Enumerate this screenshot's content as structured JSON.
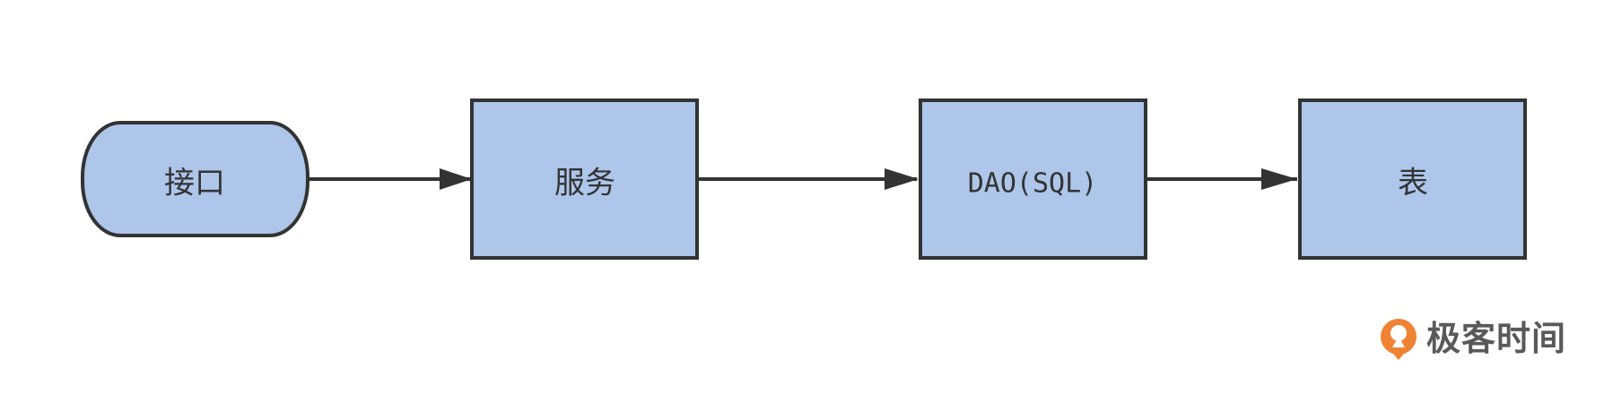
{
  "diagram": {
    "nodes": [
      {
        "id": "interface",
        "label": "接口",
        "shape": "terminator"
      },
      {
        "id": "service",
        "label": "服务",
        "shape": "rect"
      },
      {
        "id": "dao",
        "label": "DAO(SQL)",
        "shape": "rect"
      },
      {
        "id": "table",
        "label": "表",
        "shape": "rect"
      }
    ],
    "edges": [
      {
        "from": "interface",
        "to": "service"
      },
      {
        "from": "service",
        "to": "dao"
      },
      {
        "from": "dao",
        "to": "table"
      }
    ],
    "colors": {
      "node_fill": "#adc6ea",
      "node_stroke": "#333333",
      "edge": "#333333"
    }
  },
  "watermark": {
    "text": "极客时间",
    "icon": "geektime-logo-icon",
    "icon_color": "#f08234"
  }
}
